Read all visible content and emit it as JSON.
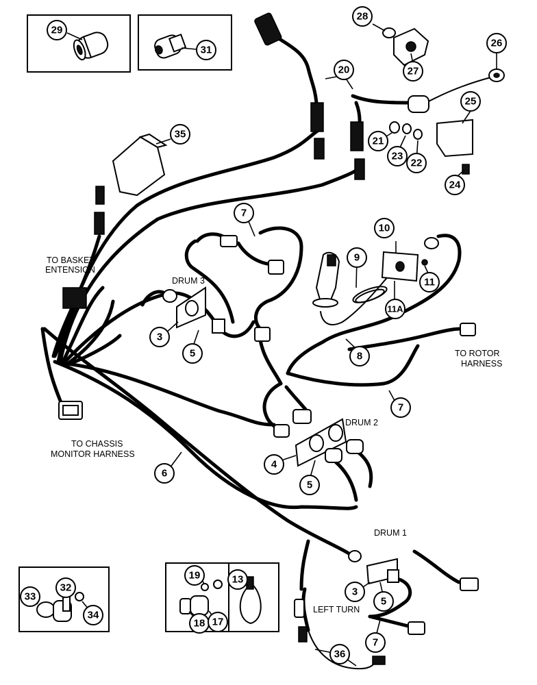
{
  "callouts": {
    "c3a": "3",
    "c3b": "3",
    "c4": "4",
    "c5a": "5",
    "c5b": "5",
    "c5c": "5",
    "c6": "6",
    "c7a": "7",
    "c7b": "7",
    "c7c": "7",
    "c8": "8",
    "c9": "9",
    "c10": "10",
    "c11": "11",
    "c11a": "11A",
    "c13": "13",
    "c17": "17",
    "c18": "18",
    "c19": "19",
    "c20": "20",
    "c21": "21",
    "c22": "22",
    "c23": "23",
    "c24": "24",
    "c25": "25",
    "c26": "26",
    "c27": "27",
    "c28": "28",
    "c29": "29",
    "c31": "31",
    "c32": "32",
    "c33": "33",
    "c34": "34",
    "c35": "35",
    "c36": "36"
  },
  "labels": {
    "basket_1": "TO BASKET",
    "basket_2": "ENTENSION",
    "drum3": "DRUM 3",
    "drum2": "DRUM 2",
    "drum1": "DRUM 1",
    "rotor_1": "TO ROTOR",
    "rotor_2": "HARNESS",
    "chassis_1": "TO CHASSIS",
    "chassis_2": "MONITOR HARNESS",
    "left_turn": "LEFT TURN"
  }
}
